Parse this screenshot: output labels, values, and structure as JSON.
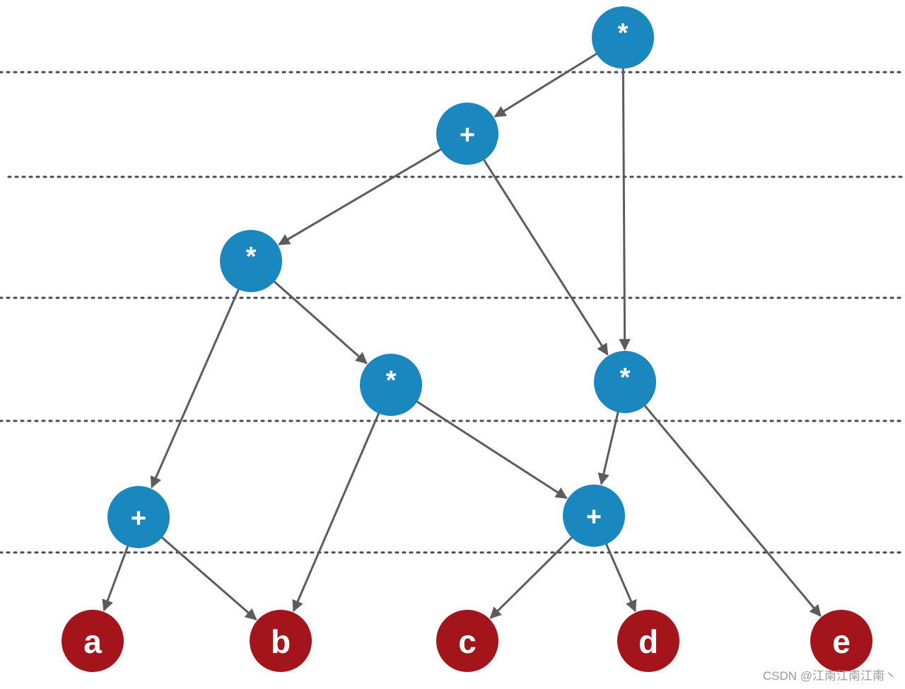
{
  "diagram": {
    "type": "expression-dag",
    "operator_color": "#1a87bf",
    "leaf_color": "#a3141b",
    "edge_color": "#5c5c5c",
    "nodes": [
      {
        "id": "n1",
        "label": "*",
        "kind": "operator"
      },
      {
        "id": "n2",
        "label": "+",
        "kind": "operator"
      },
      {
        "id": "n3",
        "label": "*",
        "kind": "operator"
      },
      {
        "id": "n4",
        "label": "*",
        "kind": "operator"
      },
      {
        "id": "n5",
        "label": "*",
        "kind": "operator"
      },
      {
        "id": "n6",
        "label": "+",
        "kind": "operator"
      },
      {
        "id": "n7",
        "label": "+",
        "kind": "operator"
      },
      {
        "id": "a",
        "label": "a",
        "kind": "leaf"
      },
      {
        "id": "b",
        "label": "b",
        "kind": "leaf"
      },
      {
        "id": "c",
        "label": "c",
        "kind": "leaf"
      },
      {
        "id": "d",
        "label": "d",
        "kind": "leaf"
      },
      {
        "id": "e",
        "label": "e",
        "kind": "leaf"
      }
    ],
    "edges": [
      {
        "from": "n1",
        "to": "n2"
      },
      {
        "from": "n1",
        "to": "n5"
      },
      {
        "from": "n2",
        "to": "n3"
      },
      {
        "from": "n2",
        "to": "n5"
      },
      {
        "from": "n3",
        "to": "n6"
      },
      {
        "from": "n3",
        "to": "n4"
      },
      {
        "from": "n4",
        "to": "b"
      },
      {
        "from": "n4",
        "to": "n7"
      },
      {
        "from": "n5",
        "to": "n7"
      },
      {
        "from": "n5",
        "to": "e"
      },
      {
        "from": "n6",
        "to": "a"
      },
      {
        "from": "n6",
        "to": "b"
      },
      {
        "from": "n7",
        "to": "c"
      },
      {
        "from": "n7",
        "to": "d"
      }
    ]
  },
  "watermark": {
    "text": "CSDN @江南江南江南丶"
  }
}
